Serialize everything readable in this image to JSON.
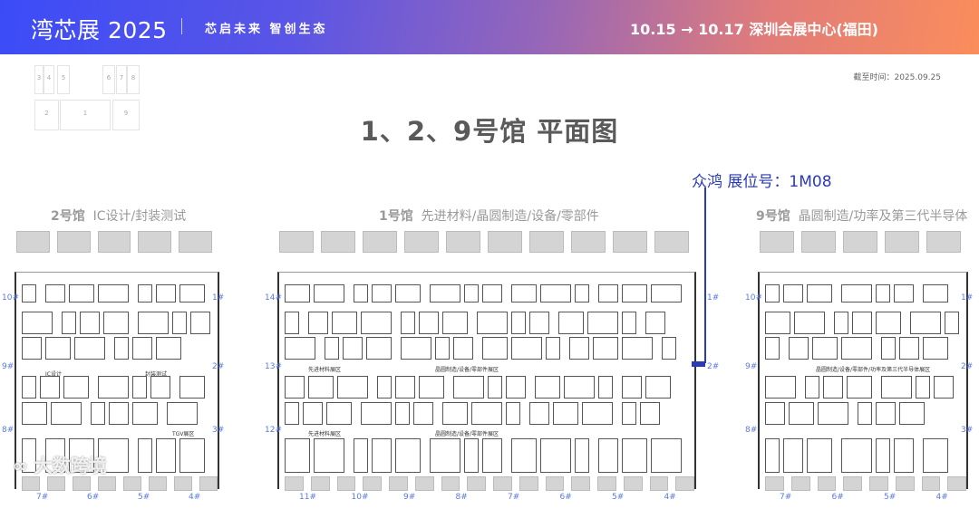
{
  "header": {
    "brand": "湾芯展 2025",
    "slogan": "芯启未来  智创生态",
    "dates": "10.15 → 10.17  深圳会展中心(福田)"
  },
  "cutoff": "截至时间：2025.09.25",
  "minimap": {
    "top": [
      "3",
      "4",
      "5",
      "",
      "6",
      "7",
      "8"
    ],
    "bottom": [
      "2",
      "1",
      "9"
    ]
  },
  "title": "1、2、9号馆 平面图",
  "callout": "众鸿 展位号：1M08",
  "colors": {
    "accent": "#2a3ab8",
    "booth_border": "#555555",
    "block": "#d4d4d4",
    "gate": "#5a7ae0"
  },
  "halls": [
    {
      "id": "2",
      "num": "2号馆",
      "desc": "IC设计/封装测试",
      "gates_left": [
        "10",
        "9",
        "8"
      ],
      "gates_right": [
        "1",
        "2",
        "3"
      ],
      "gates_bottom": [
        "7",
        "6",
        "5",
        "4"
      ],
      "zones": [
        "IC设计",
        "封装测试",
        "TGV展区"
      ]
    },
    {
      "id": "1",
      "num": "1号馆",
      "desc": "先进材料/晶圆制造/设备/零部件",
      "gates_left": [
        "14",
        "13",
        "12"
      ],
      "gates_right": [
        "1",
        "2"
      ],
      "gates_bottom": [
        "11",
        "10",
        "9",
        "8",
        "7",
        "6",
        "5",
        "4"
      ],
      "zones": [
        "先进材料展区",
        "晶圆制造/设备/零部件展区",
        "先进材料展区",
        "晶圆制造/设备/零部件展区"
      ]
    },
    {
      "id": "9",
      "num": "9号馆",
      "desc": "晶圆制造/功率及第三代半导体",
      "gates_left": [
        "10",
        "9",
        "8"
      ],
      "gates_right": [
        "1",
        "2",
        "3"
      ],
      "gates_bottom": [
        "7",
        "6",
        "5",
        "4"
      ],
      "zones": [
        "晶圆制造/设备/零部件/功率及第三代半导体展区"
      ]
    }
  ],
  "watermark": "大数跨境"
}
